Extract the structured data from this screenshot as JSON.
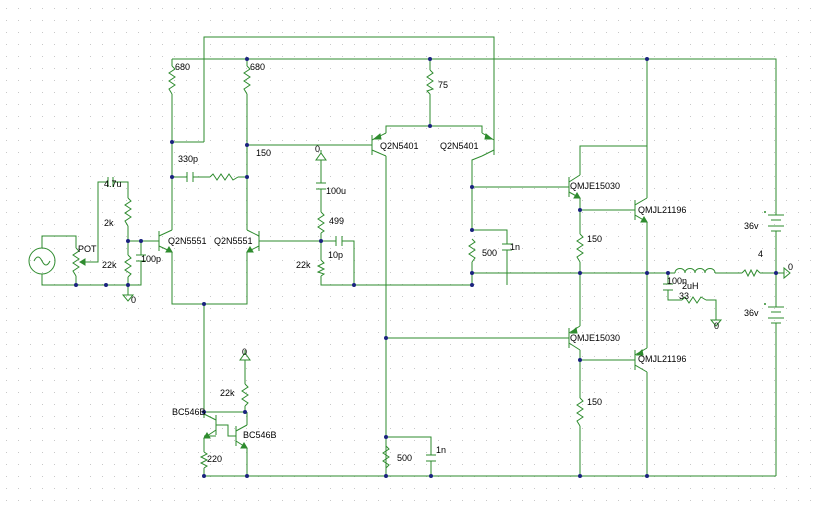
{
  "colors": {
    "wire": "#2e8b2e",
    "component": "#2e8b2e",
    "node": "#1a237e",
    "text": "#000000",
    "grid": "#c8c8c8",
    "background": "#ffffff"
  },
  "labels": {
    "r_680_left": "680",
    "r_680_right": "680",
    "r_75": "75",
    "c_330p": "330p",
    "r_150_top": "150",
    "q1": "Q2N5551",
    "q2": "Q2N5551",
    "c_4_7u": "4.7u",
    "r_2k": "2k",
    "pot": "POT",
    "r_22k_in": "22k",
    "c_100p": "100p",
    "gnd_0_in": "0",
    "gnd_0_top": "0",
    "c_100u": "100u",
    "r_499": "499",
    "c_10p": "10p",
    "r_22k_fb": "22k",
    "q3": "Q2N5401",
    "q4": "Q2N5401",
    "r_500_top": "500",
    "c_1n_top": "1n",
    "q5": "QMJE15030",
    "q6": "QMJL21196",
    "r_150_mid": "150",
    "q7": "QMJE15030",
    "q8": "QMJL21196",
    "r_150_low": "150",
    "ind_2uH": "2uH",
    "c_100n": "100n",
    "r_33": "33",
    "gnd_0_zobel": "0",
    "v_top": "36v",
    "v_bot": "36v",
    "r_4": "4",
    "gnd_0_out": "0",
    "gnd_0_bias": "0",
    "r_22k_bias": "22k",
    "q9": "BC546B",
    "q10": "BC546B",
    "r_220": "220",
    "r_500_bot": "500",
    "c_1n_bot": "1n"
  }
}
